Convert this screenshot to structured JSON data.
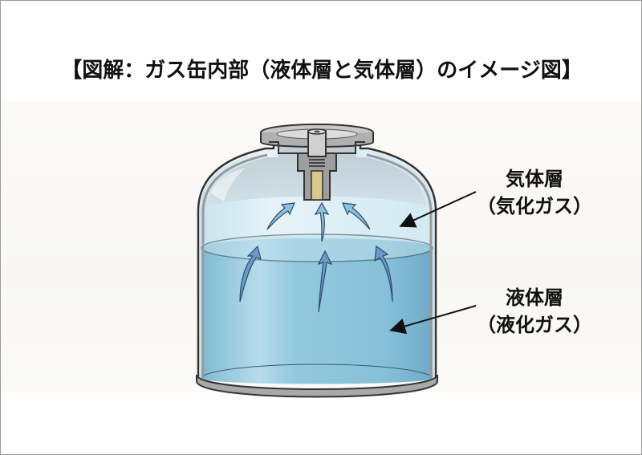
{
  "title": "【図解：ガス缶内部（液体層と気体層）のイメージ図】",
  "labels": {
    "gas_layer": {
      "line1": "気体層",
      "line2": "（気化ガス）"
    },
    "liquid_layer": {
      "line1": "液体層",
      "line2": "（液化ガス）"
    }
  },
  "colors": {
    "liquid_blue": "#8ec6dc",
    "gas_blue": "#d6ecf3",
    "arrow_blue": "#5b86b8",
    "metal_gray": "#b8b8b8",
    "nozzle_brass": "#d8c98a",
    "outline": "#333333"
  }
}
